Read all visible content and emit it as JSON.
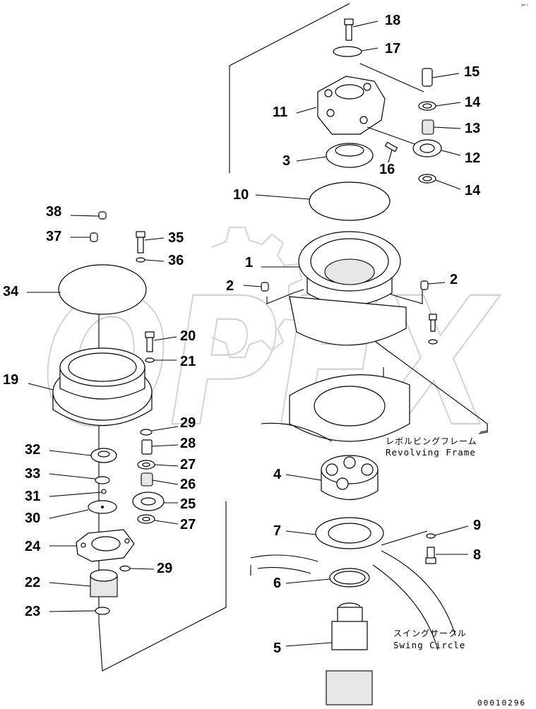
{
  "drawing": {
    "document_number": "00010296",
    "corner_mark": "⌐◦"
  },
  "watermark": {
    "text": "OPEX"
  },
  "context_labels": {
    "revolving_frame_jp": "レボルビングフレーム",
    "revolving_frame_en": "Revolving Frame",
    "swing_circle_jp": "スイングサークル",
    "swing_circle_en": "Swing Circle"
  },
  "callouts": [
    "1",
    "2",
    "2",
    "3",
    "4",
    "5",
    "6",
    "7",
    "8",
    "9",
    "10",
    "11",
    "12",
    "13",
    "14",
    "14",
    "15",
    "16",
    "17",
    "18",
    "19",
    "20",
    "21",
    "22",
    "23",
    "24",
    "25",
    "26",
    "27",
    "27",
    "28",
    "29",
    "29",
    "30",
    "31",
    "32",
    "33",
    "34",
    "35",
    "36",
    "37",
    "38"
  ]
}
